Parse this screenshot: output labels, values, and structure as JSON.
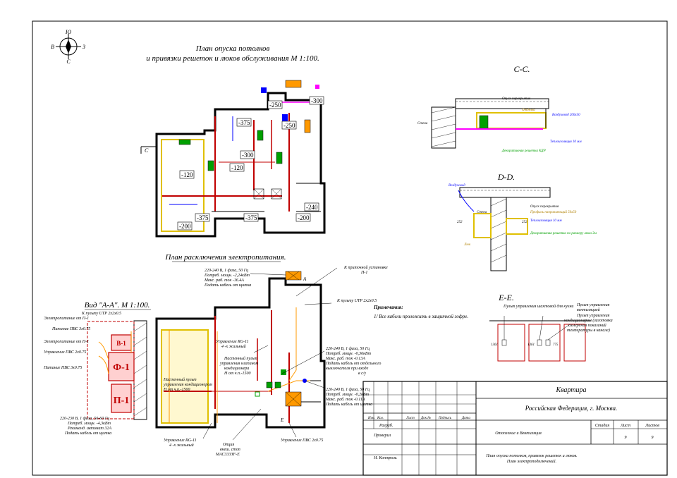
{
  "compass": {
    "n": "Ю",
    "w": "В",
    "e": "З",
    "s": "С"
  },
  "plan1": {
    "title_l1": "План опуска потолков",
    "title_l2": "и привязки решеток и люков обслуживания М 1:100.",
    "section_c": "C",
    "levels": [
      "-250",
      "-300",
      "-375",
      "-250",
      "-120",
      "-120",
      "-300",
      "-240",
      "-375",
      "-200",
      "-375",
      "-200"
    ]
  },
  "section_cc": {
    "title": "C-C.",
    "labels": [
      "Опуск перекрытия",
      "Отделка",
      "Воздуховод 200х50",
      "Стена",
      "Теплоизоляция 10 мм",
      "Декоративная решетка КДР"
    ]
  },
  "section_dd": {
    "title": "D-D.",
    "labels": [
      "Воздуховод",
      "Стена",
      "Опуск перекрытия",
      "Профиль направляющий 50х50",
      "Теплоизоляция 10 мм",
      "Декоративная решетка по размеру люка 3м",
      "Люк"
    ],
    "dims": [
      "252",
      "252"
    ]
  },
  "section_ee": {
    "title": "E-E.",
    "label1": "Пульт управления шахтовой для кухни",
    "label2_l1": "Пульт управления",
    "label2_l2": "вентиляцией",
    "label3_l1": "Пульт управления",
    "label3_l2": "кондиционером (заготовка",
    "label3_l3": "измерения показаний",
    "label3_l4": "температуры в канале)",
    "marks": [
      "1361",
      "1361",
      "775"
    ]
  },
  "plan2": {
    "title": "План расключения электропитания.",
    "note_top_l1": "220-240 В, 1 фаза, 50 Гц",
    "note_top_l2": "Потреб. мощн. -2,24кВт",
    "note_top_l3": "Макс. раб. ток -16.4А",
    "note_top_l4": "Подать кабель от щитка",
    "to_unit_l1": "К приточной установке",
    "to_unit_l2": "П-1",
    "to_panel": "К пульту UTP 2х2х0.5",
    "control_rg": "Управление RG-11",
    "control_rg_sub": "4 -х жильный",
    "wall_panel_a_l1": "Настенный пульт",
    "wall_panel_a_l2": "управления кондиционером",
    "wall_panel_a_l3": "Н от ч.п.-1500",
    "wall_panel_b_l1": "Настенный пульт",
    "wall_panel_b_l2": "управления клапаном",
    "wall_panel_b_l3": "кондиционера",
    "wall_panel_b_l4": "Н от ч.п.-1500",
    "note_right_l1": "220-240 В, 1 фаза, 50 Гц",
    "note_right_l2": "Потреб. мощн. -0,36кВт",
    "note_right_l3": "Макс. раб. ток -0.13А",
    "note_right_l4": "Подать кабель от отдельного",
    "note_right_l5": "выключателя при входе",
    "note_right_l6": "в с/у",
    "note_right2_l1": "220-240 В, 1 фаза, 50 Гц",
    "note_right2_l2": "Потреб. мощн. -0,2кВт",
    "note_right2_l3": "Макс. раб. ток -0.11А",
    "note_right2_l4": "Подать кабель от щитка",
    "remarks_title": "Примечания:",
    "remarks_1": "1/ Все кабели проложить в защитной гофре.",
    "bottom_rg": "Управление RG-11",
    "bottom_rg_sub": "4 -х жильный",
    "bottom_option_l1": "Опция",
    "bottom_option_l2": "внеш. стоп",
    "bottom_option_l3": "МАС333ЗF-E",
    "bottom_pvs": "Управление ПВС 2х0.75",
    "marker_a": "A",
    "marker_e": "E"
  },
  "view_a": {
    "title": "Вид \"А-А\". М 1:100.",
    "to_panel": "К пульту UTP 2х2х0.5",
    "label_power_p1": "Электропитание от П-1",
    "label_pvs1": "Питание ПВС 3х0.75",
    "label_power_p1b": "Электропитание от П-1",
    "label_ctrl": "Управление ПВС 2х0.75",
    "label_pvs2": "Питание ПВС 3х0.75",
    "unit_v1": "В-1",
    "unit_f1": "Ф-1",
    "unit_p1": "П-1",
    "spec_l1": "220-230 В, 1 фаза, 50-60 Гц",
    "spec_l2": "Потреб. мощн. -4,3кВт",
    "spec_l3": "Рекоменд. автомат 32А",
    "spec_l4": "Подать кабель от щитка"
  },
  "title_block": {
    "project": "Квартира",
    "location": "Российская Федерация, г. Москва.",
    "section": "Отопление и Вентиляция",
    "sheet_title_l1": "План опуска потолков, привязок решеток и люков.",
    "sheet_title_l2": "План электроподключений.",
    "col_stage": "Стадия",
    "col_sheet": "Лист",
    "col_sheets": "Листов",
    "sheet_no": "9",
    "sheets_total": "9",
    "hdr_izm": "Изм.",
    "hdr_kol": "Кол.",
    "hdr_list": "Лист",
    "hdr_doc": "Док.№",
    "hdr_sign": "Подпись",
    "hdr_date": "Дата",
    "row_developed": "Разраб.",
    "row_checked": "Проверил",
    "row_ncontrol": "Н. Контроль"
  },
  "colors": {
    "wall": "#c00000",
    "pipe_magenta": "#ff00ff",
    "duct_green": "#00a000",
    "blue": "#0000ff",
    "yellow": "#ffd000",
    "orange": "#ff9900"
  }
}
